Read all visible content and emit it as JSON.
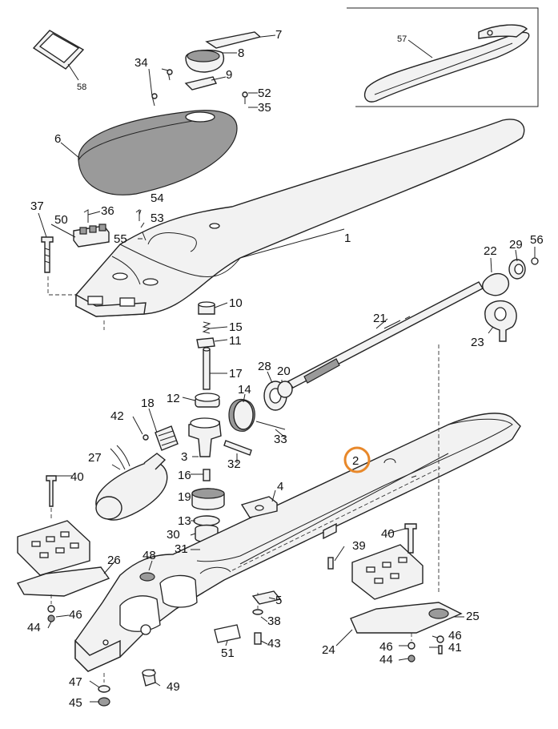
{
  "accent": "#e8882a",
  "highlighted_part": "2",
  "inset_label": "57",
  "labels": [
    {
      "id": "p7",
      "text": "7"
    },
    {
      "id": "p8",
      "text": "8"
    },
    {
      "id": "p9",
      "text": "9"
    },
    {
      "id": "p34",
      "text": "34"
    },
    {
      "id": "p58",
      "text": "58"
    },
    {
      "id": "p52",
      "text": "52"
    },
    {
      "id": "p35",
      "text": "35"
    },
    {
      "id": "p6",
      "text": "6"
    },
    {
      "id": "p37",
      "text": "37"
    },
    {
      "id": "p36",
      "text": "36"
    },
    {
      "id": "p54",
      "text": "54"
    },
    {
      "id": "p53",
      "text": "53"
    },
    {
      "id": "p50",
      "text": "50"
    },
    {
      "id": "p55",
      "text": "55"
    },
    {
      "id": "p1",
      "text": "1"
    },
    {
      "id": "p22",
      "text": "22"
    },
    {
      "id": "p29",
      "text": "29"
    },
    {
      "id": "p56",
      "text": "56"
    },
    {
      "id": "p10",
      "text": "10"
    },
    {
      "id": "p15",
      "text": "15"
    },
    {
      "id": "p11",
      "text": "11"
    },
    {
      "id": "p21",
      "text": "21"
    },
    {
      "id": "p23",
      "text": "23"
    },
    {
      "id": "p17",
      "text": "17"
    },
    {
      "id": "p28",
      "text": "28"
    },
    {
      "id": "p20",
      "text": "20"
    },
    {
      "id": "p14",
      "text": "14"
    },
    {
      "id": "p12",
      "text": "12"
    },
    {
      "id": "p18",
      "text": "18"
    },
    {
      "id": "p42",
      "text": "42"
    },
    {
      "id": "p33",
      "text": "33"
    },
    {
      "id": "p3",
      "text": "3"
    },
    {
      "id": "p27",
      "text": "27"
    },
    {
      "id": "p32",
      "text": "32"
    },
    {
      "id": "p16",
      "text": "16"
    },
    {
      "id": "p2",
      "text": "2"
    },
    {
      "id": "p40a",
      "text": "40"
    },
    {
      "id": "p19",
      "text": "19"
    },
    {
      "id": "p4",
      "text": "4"
    },
    {
      "id": "p13",
      "text": "13"
    },
    {
      "id": "p30",
      "text": "30"
    },
    {
      "id": "p31",
      "text": "31"
    },
    {
      "id": "p40b",
      "text": "40"
    },
    {
      "id": "p39",
      "text": "39"
    },
    {
      "id": "p48",
      "text": "48"
    },
    {
      "id": "p26",
      "text": "26"
    },
    {
      "id": "p46a",
      "text": "46"
    },
    {
      "id": "p44a",
      "text": "44"
    },
    {
      "id": "p5",
      "text": "5"
    },
    {
      "id": "p38",
      "text": "38"
    },
    {
      "id": "p25",
      "text": "25"
    },
    {
      "id": "p43",
      "text": "43"
    },
    {
      "id": "p51",
      "text": "51"
    },
    {
      "id": "p24",
      "text": "24"
    },
    {
      "id": "p46b",
      "text": "46"
    },
    {
      "id": "p41",
      "text": "41"
    },
    {
      "id": "p46c",
      "text": "46"
    },
    {
      "id": "p44b",
      "text": "44"
    },
    {
      "id": "p47",
      "text": "47"
    },
    {
      "id": "p49",
      "text": "49"
    },
    {
      "id": "p45",
      "text": "45"
    }
  ]
}
